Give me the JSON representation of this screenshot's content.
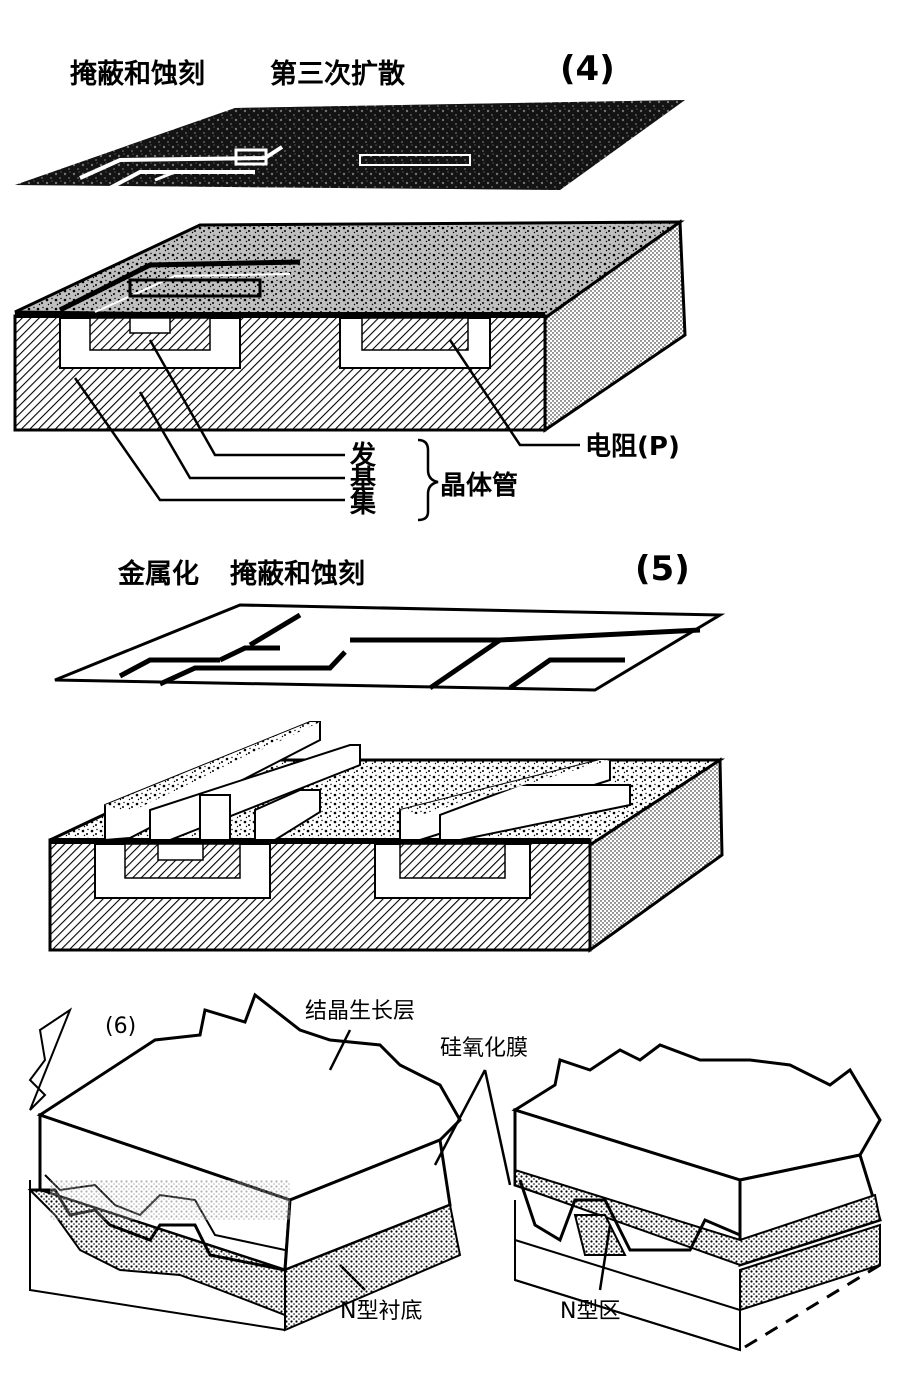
{
  "colors": {
    "ink": "#000000",
    "paper": "#ffffff",
    "stipple": "#b5b5b5"
  },
  "step4": {
    "number": "(4)",
    "title_left": "掩蔽和蚀刻",
    "title_right": "第三次扩散",
    "label_resistor": "电阻(P)",
    "label_transistor": "晶体管",
    "label_emitter": "发",
    "label_base": "基",
    "label_collector": "集"
  },
  "step5": {
    "number": "(5)",
    "title_left": "金属化",
    "title_right": "掩蔽和蚀刻"
  },
  "step6": {
    "number": "(6)",
    "label_epitaxial": "结晶生长层",
    "label_oxide": "硅氧化膜",
    "label_substrate": "N型衬底",
    "label_nregion": "N型区"
  }
}
